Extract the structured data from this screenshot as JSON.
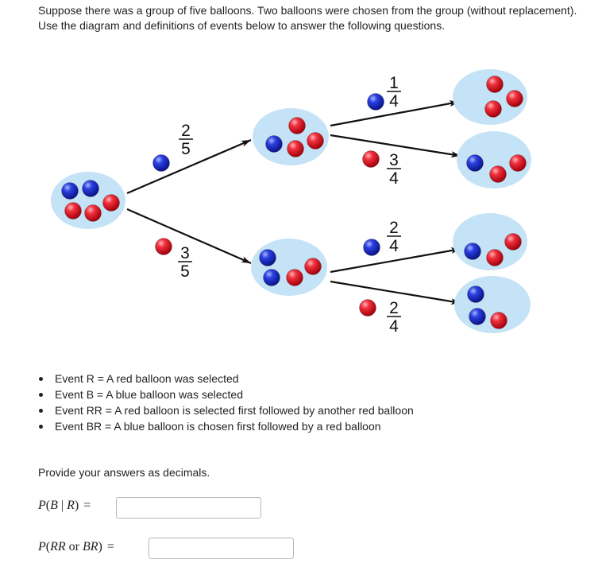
{
  "intro": "Suppose there was a group of five balloons. Two balloons were chosen from the group (without replacement). Use the diagram and definitions of events below to answer the following questions.",
  "diagram": {
    "colors": {
      "red": "#e8202e",
      "blue": "#1f33cc",
      "cloud": "#c5e3f6",
      "line": "#111111"
    },
    "branches": [
      {
        "id": "first-blue",
        "numerator": "2",
        "denominator": "5",
        "marker": "blue"
      },
      {
        "id": "first-red",
        "numerator": "3",
        "denominator": "5",
        "marker": "red"
      },
      {
        "id": "blue-then-blue",
        "numerator": "1",
        "denominator": "4",
        "marker": "blue"
      },
      {
        "id": "blue-then-red",
        "numerator": "3",
        "denominator": "4",
        "marker": "red"
      },
      {
        "id": "red-then-blue",
        "numerator": "2",
        "denominator": "4",
        "marker": "blue"
      },
      {
        "id": "red-then-red",
        "numerator": "2",
        "denominator": "4",
        "marker": "red"
      }
    ],
    "groups": [
      {
        "id": "start",
        "balloons": [
          "blue",
          "blue",
          "red",
          "red",
          "red"
        ]
      },
      {
        "id": "after-blue",
        "balloons": [
          "blue",
          "red",
          "red",
          "red"
        ]
      },
      {
        "id": "after-red",
        "balloons": [
          "blue",
          "blue",
          "red",
          "red"
        ]
      },
      {
        "id": "after-bb",
        "balloons": [
          "red",
          "red",
          "red"
        ]
      },
      {
        "id": "after-br",
        "balloons": [
          "blue",
          "red",
          "red"
        ]
      },
      {
        "id": "after-rb",
        "balloons": [
          "blue",
          "red",
          "red"
        ]
      },
      {
        "id": "after-rr",
        "balloons": [
          "blue",
          "blue",
          "red"
        ]
      }
    ]
  },
  "events": [
    "Event R = A red balloon was selected",
    "Event B = A blue balloon was selected",
    "Event RR = A red balloon is selected first followed by another red balloon",
    "Event BR = A blue balloon is chosen first followed by a red balloon"
  ],
  "prompt": "Provide your answers as decimals.",
  "questions": [
    {
      "p": "P",
      "open": "(",
      "lhs": "B",
      "bar": " | ",
      "rhs": "R",
      "close": ")",
      "eq": "=",
      "value": ""
    },
    {
      "p": "P",
      "open": "(",
      "lhs": "RR",
      "bar": " or ",
      "rhs": "BR",
      "close": ")",
      "eq": "=",
      "value": ""
    }
  ]
}
